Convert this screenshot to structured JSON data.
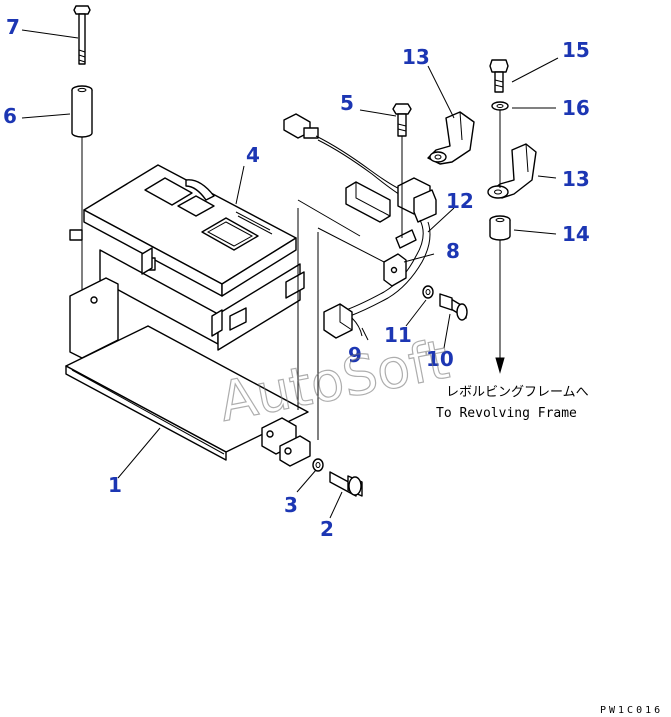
{
  "callouts": {
    "c1": "1",
    "c2": "2",
    "c3": "3",
    "c4": "4",
    "c5": "5",
    "c6": "6",
    "c7": "7",
    "c8": "8",
    "c9": "9",
    "c10": "10",
    "c11": "11",
    "c12": "12",
    "c13a": "13",
    "c13b": "13",
    "c14": "14",
    "c15": "15",
    "c16": "16"
  },
  "note": {
    "japanese": "レボルビングフレームへ",
    "english": "To Revolving Frame"
  },
  "watermark": "AutoSoft",
  "drawing_code": "PW1C016",
  "colors": {
    "callout": "#1c36b3",
    "line": "#000000",
    "watermark": "#777777"
  }
}
